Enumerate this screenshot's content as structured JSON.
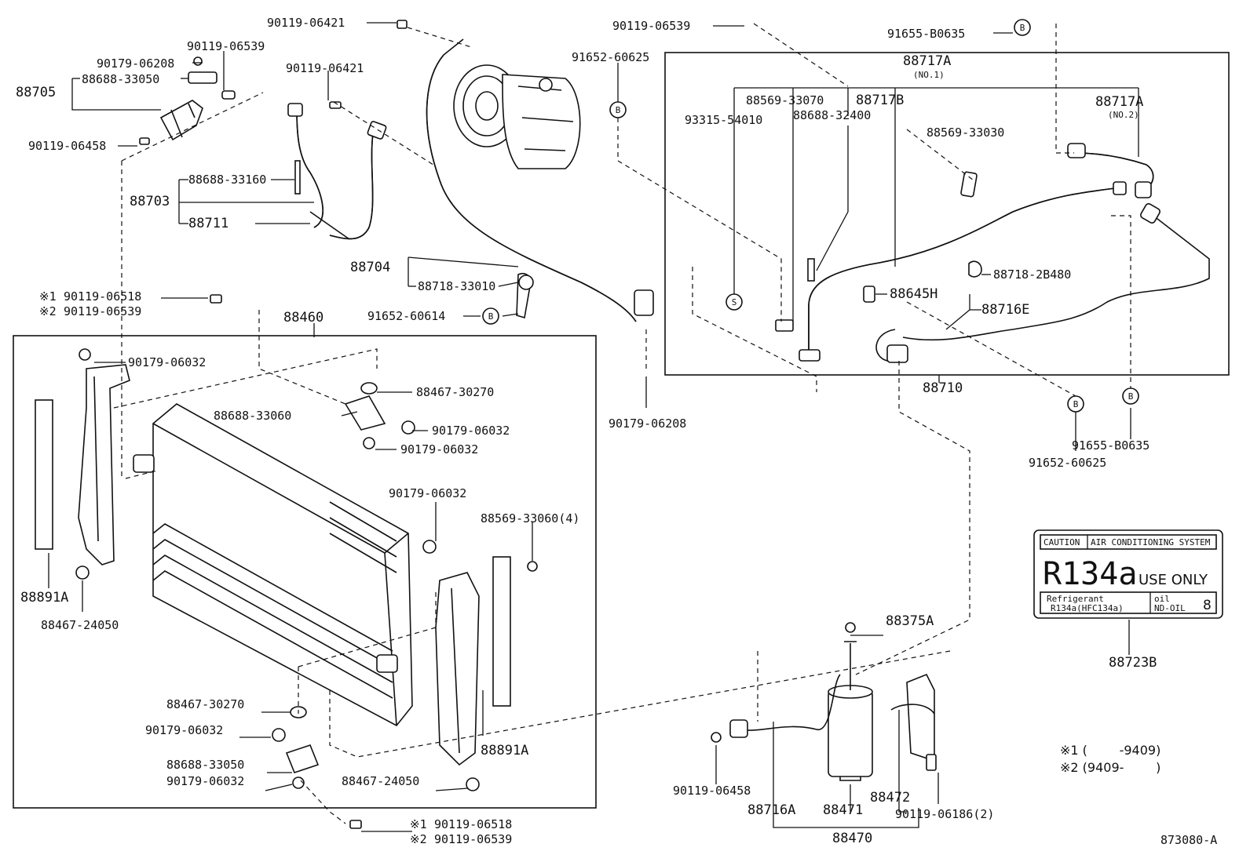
{
  "parts": {
    "p88705": "88705",
    "p88688_33050_top": "88688-33050",
    "p90179_06208_top": "90179-06208",
    "p90119_06539_topleft": "90119-06539",
    "p90119_06458_top": "90119-06458",
    "p90119_06421_a": "90119-06421",
    "p90119_06421_b": "90119-06421",
    "p88703": "88703",
    "p88688_33160": "88688-33160",
    "p88711": "88711",
    "p88704": "88704",
    "p88718_33010": "88718-33010",
    "p91652_60614": "91652-60614",
    "p90119_06518_top": "90119-06518",
    "p90119_06539_top2": "90119-06539",
    "p88460": "88460",
    "p90179_06032_a": "90179-06032",
    "p88467_30270_a": "88467-30270",
    "p88688_33060": "88688-33060",
    "p90179_06032_b": "90179-06032",
    "p90179_06032_c": "90179-06032",
    "p90179_06032_d": "90179-06032",
    "p88569_33060": "88569-33060(4)",
    "p88891A_left": "88891A",
    "p88467_24050_left": "88467-24050",
    "p88891A_right": "88891A",
    "p88467_30270_b": "88467-30270",
    "p90179_06032_e": "90179-06032",
    "p88688_33050_bottom": "88688-33050",
    "p90179_06032_f": "90179-06032",
    "p88467_24050_bottom": "88467-24050",
    "p90119_06518_bottom": "90119-06518",
    "p90119_06539_bottom": "90119-06539",
    "p90119_06539_upper": "90119-06539",
    "p91652_60625_top": "91652-60625",
    "p91655_B0635_top": "91655-B0635",
    "p88717A_no1": "88717A",
    "p88717A_no1_sub": "(NO.1)",
    "p88569_33070": "88569-33070",
    "p88717B": "88717B",
    "p93315_54010": "93315-54010",
    "p88688_32400": "88688-32400",
    "p88569_33030": "88569-33030",
    "p88717A_no2": "88717A",
    "p88717A_no2_sub": "(NO.2)",
    "p88718_2B480": "88718-2B480",
    "p88645H": "88645H",
    "p88716E": "88716E",
    "p88710": "88710",
    "p90179_06208_mid": "90179-06208",
    "p91652_60625_bottom": "91652-60625",
    "p91655_B0635_bottom": "91655-B0635",
    "p88375A": "88375A",
    "p90119_06458_bottom": "90119-06458",
    "p88716A": "88716A",
    "p88471": "88471",
    "p88472": "88472",
    "p90119_06186": "90119-06186(2)",
    "p88470": "88470",
    "p88723B": "88723B"
  },
  "marks": {
    "star1": "※1",
    "star2": "※2",
    "circle_b": "B",
    "circle_s": "S"
  },
  "caution_label": {
    "caution": "CAUTION",
    "system": "AIR CONDITIONING SYSTEM",
    "refrigerant_code": "R134a",
    "use_only": "USE ONLY",
    "refrigerant_label": "Refrigerant",
    "refrigerant_value": "R134a(HFC134a)",
    "oil_label": "oil",
    "oil_value": "ND-OIL",
    "oil_number": "8"
  },
  "notes": {
    "note1": "※1 (        -9409)",
    "note2": "※2 (9409-        )"
  },
  "figure_id": "873080-A"
}
